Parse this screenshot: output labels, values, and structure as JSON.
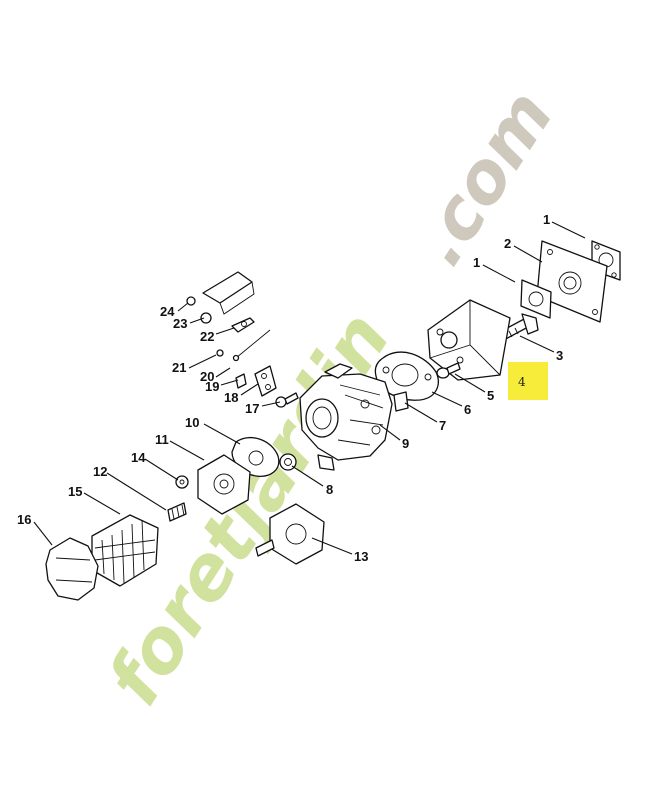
{
  "watermark": {
    "text_main": "foretjardin",
    "text_domain": ".com",
    "main_color": "#c9dc8e",
    "accent_color": "#f2c48a",
    "domain_color": "#c9c3b6"
  },
  "highlight": {
    "label": "4",
    "fill_color": "#f7ec3a"
  },
  "callouts": [
    "1",
    "2",
    "1",
    "3",
    "4",
    "5",
    "6",
    "7",
    "8",
    "9",
    "10",
    "11",
    "12",
    "13",
    "14",
    "15",
    "16",
    "17",
    "18",
    "19",
    "20",
    "21",
    "22",
    "23",
    "24"
  ]
}
